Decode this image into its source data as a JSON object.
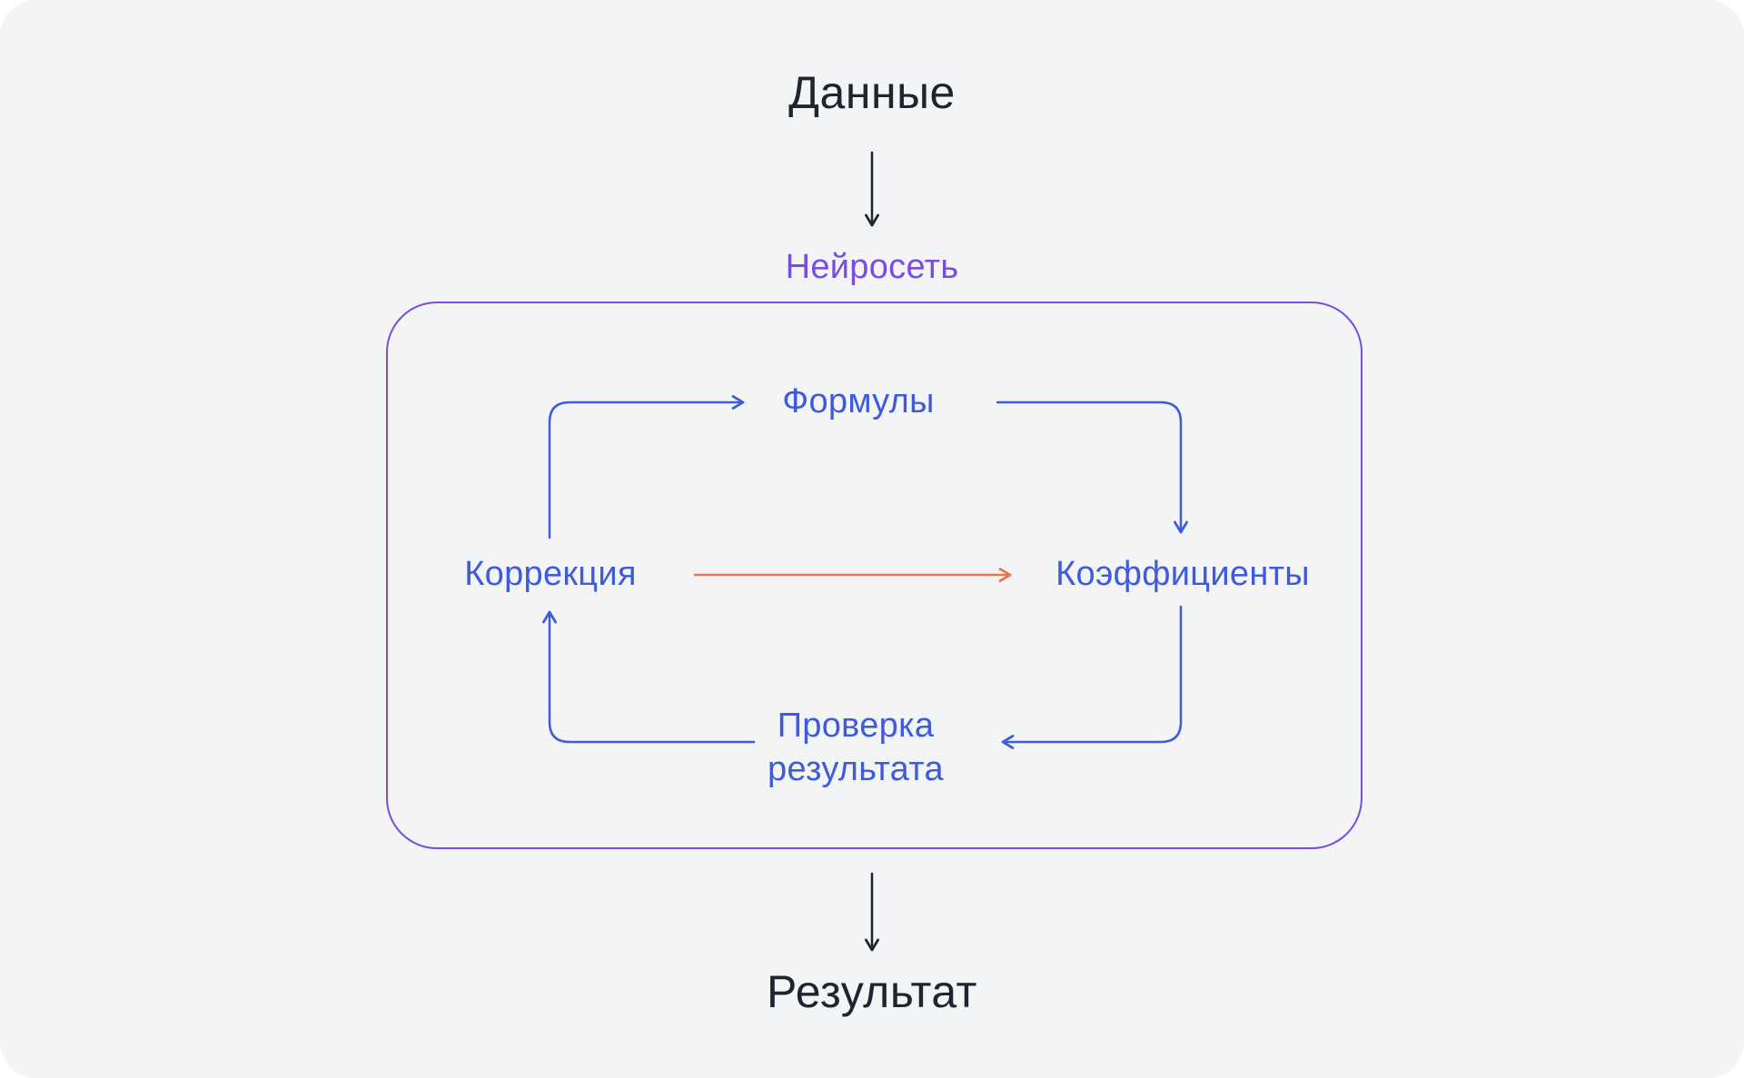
{
  "colors": {
    "page": "#ffffff",
    "canvas": "#f3f4f6",
    "text_dark": "#20242f",
    "accent_purple": "#7a4ce0",
    "accent_blue": "#3f5bdc",
    "accent_orange": "#e8764f"
  },
  "flow": {
    "input": "Данные",
    "network": "Нейросеть",
    "output": "Результат"
  },
  "loop": {
    "formulas": "Формулы",
    "correction": "Коррекция",
    "coefficients": "Коэффициенты",
    "check": "Проверка\nрезультата"
  }
}
